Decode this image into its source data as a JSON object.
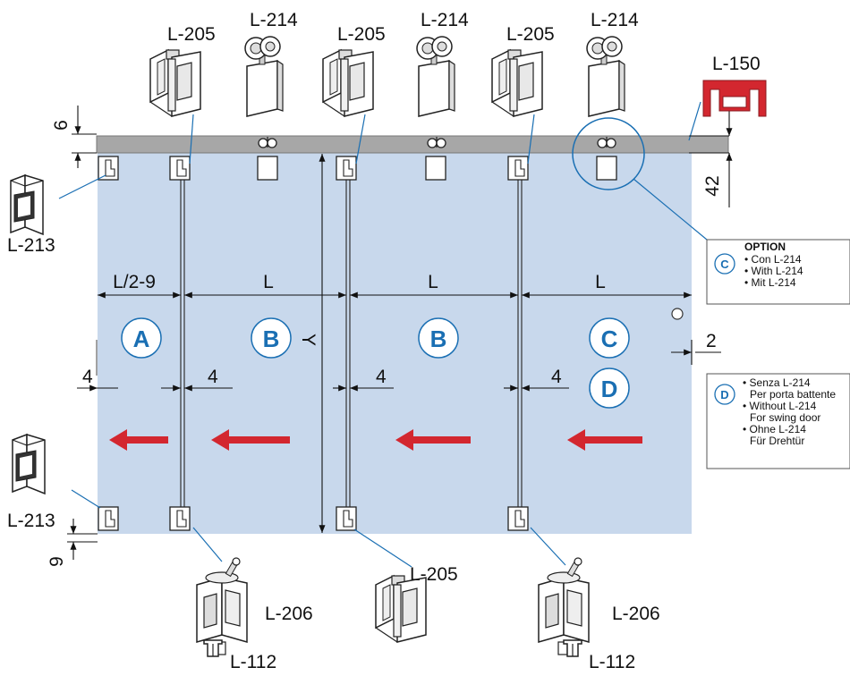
{
  "colors": {
    "glass": "#c8d8ec",
    "rail": "#a7a7a7",
    "accent_blue": "#1a6fb3",
    "arrow_red": "#d3272f",
    "profile_red": "#d3272f"
  },
  "parts": {
    "hinge_205": "L-205",
    "roller_214": "L-214",
    "rail_150": "L-150",
    "clamp_213": "L-213",
    "pivot_206": "L-206",
    "socket_112": "L-112"
  },
  "dimensions": {
    "top_gap": "6",
    "rail_height": "42",
    "half_width": "L/2-9",
    "panel_width": "L",
    "height": "Y",
    "gap_4": "4",
    "gap_2": "2",
    "bottom_gap": "9"
  },
  "panels": {
    "a": "A",
    "b": "B",
    "c": "C",
    "d": "D"
  },
  "option_c": {
    "badge": "C",
    "title": "OPTION",
    "lines": [
      "• Con L-214",
      "• With L-214",
      "• Mit L-214"
    ]
  },
  "option_d": {
    "badge": "D",
    "lines": [
      "• Senza L-214",
      "Per porta battente",
      "• Without L-214",
      "For swing door",
      "• Ohne L-214",
      "Für Drehtür"
    ]
  }
}
